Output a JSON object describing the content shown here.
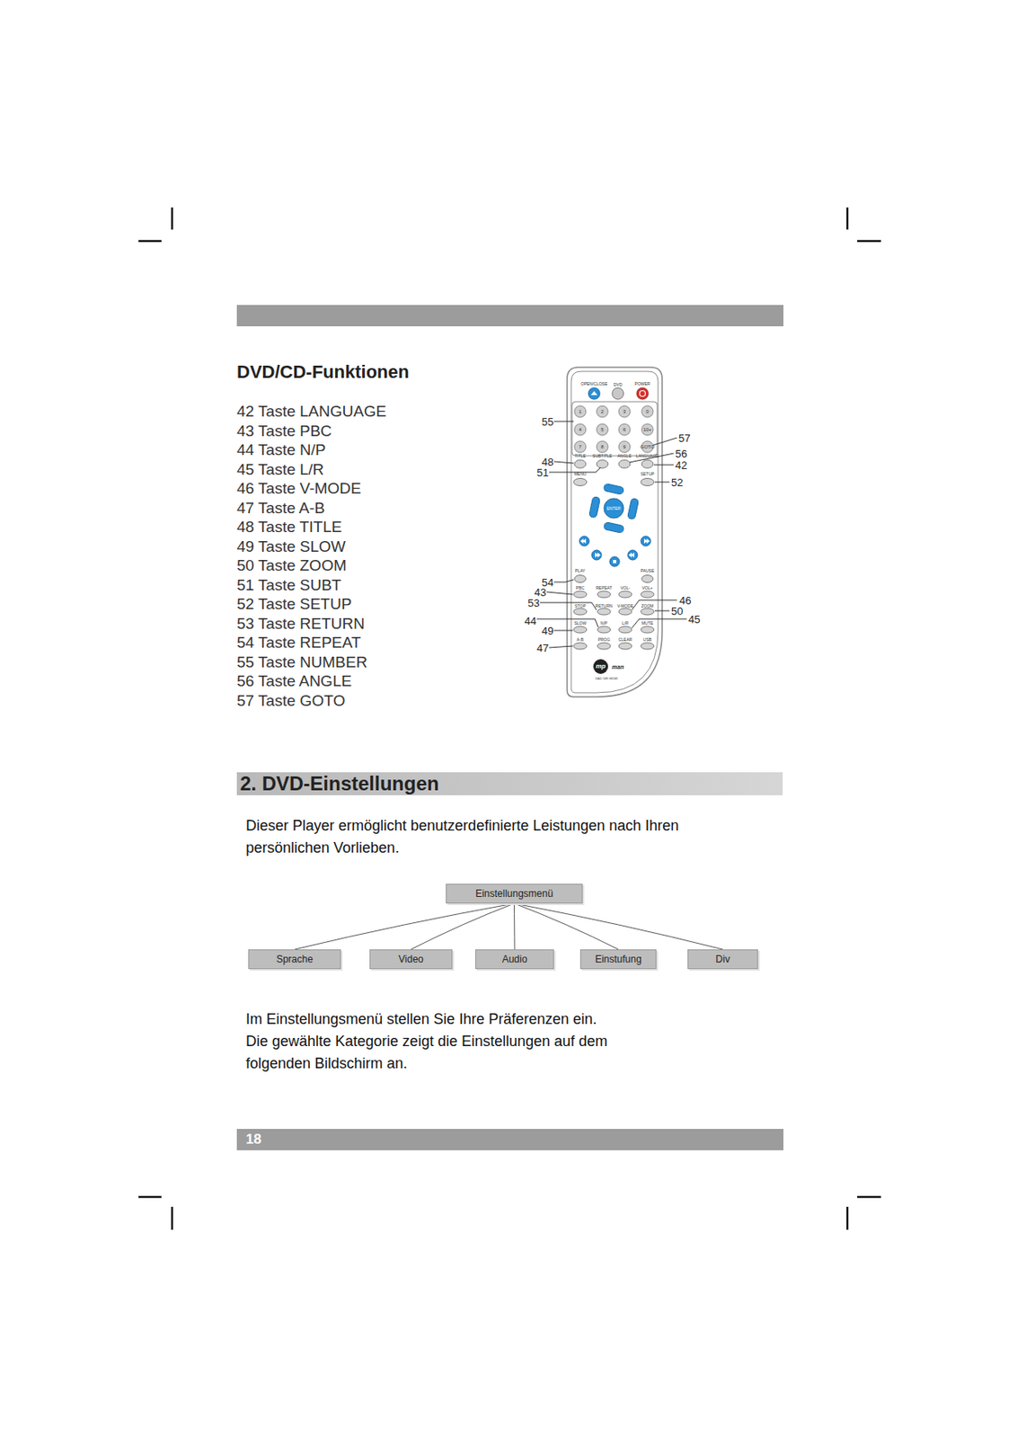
{
  "diagram": {
    "title": "DVD/CD-Funktionen",
    "nodes": [
      {
        "text": [
          "2. DVD-Einstellungen"
        ]
      },
      {
        "text": [
          "Einstellungsmenü"
        ]
      },
      {
        "text": [
          "Sprache"
        ]
      },
      {
        "text": [
          "Video"
        ]
      },
      {
        "text": [
          "Audio"
        ]
      },
      {
        "text": [
          "Einstufung"
        ]
      },
      {
        "text": [
          "Div"
        ]
      },
      {
        "text": [
          "18"
        ]
      }
    ],
    "edges": [
      {
        "from": 1,
        "to": 2,
        "arrow": "none"
      },
      {
        "from": 1,
        "to": 3,
        "arrow": "none"
      },
      {
        "from": 1,
        "to": 4,
        "arrow": "none"
      },
      {
        "from": 1,
        "to": 5,
        "arrow": "none"
      },
      {
        "from": 1,
        "to": 6,
        "arrow": "none"
      }
    ],
    "labels": [
      "42 Taste LANGUAGE",
      "43 Taste PBC",
      "44 Taste N/P",
      "45 Taste L/R",
      "46 Taste V-MODE",
      "47 Taste A-B",
      "48 Taste TITLE",
      "49 Taste SLOW",
      "50 Taste ZOOM",
      "51 Taste SUBT",
      "52 Taste SETUP",
      "53 Taste RETURN",
      "54 Taste REPEAT",
      "55 Taste NUMBER",
      "56 Taste ANGLE",
      "57 Taste GOTO",
      "55",
      "48",
      "51",
      "57",
      "56",
      "42",
      "52",
      "54",
      "43",
      "53",
      "44",
      "49",
      "47",
      "46",
      "50",
      "45",
      "OPEN/CLOSE",
      "DVD",
      "POWER",
      "1",
      "2",
      "3",
      "0",
      "4",
      "5",
      "6",
      "10+",
      "7",
      "8",
      "9",
      "GOTO",
      "TITLE",
      "SUBTITLE",
      "ANGLE",
      "LANGUAGE",
      "MENU",
      "SETUP",
      "ENTER",
      "PLAY",
      "PAUSE",
      "PBC",
      "REPEAT",
      "VOL-",
      "VOL+",
      "STOP",
      "RETURN",
      "V-MODE",
      "ZOOM",
      "SLOW",
      "N/P",
      "L/R",
      "MUTE",
      "A-B",
      "PROG",
      "CLEAR",
      "USB",
      "mp",
      "man",
      "XAD 589 HDMI",
      "Dieser Player ermöglicht benutzerdefinierte Leistungen nach Ihren persönlichen Vorlieben.",
      "Im Einstellungsmenü stellen Sie Ihre Präferenzen ein.",
      "Die gewählte Kategorie zeigt die Einstellungen auf dem folgenden Bildschirm an."
    ]
  }
}
